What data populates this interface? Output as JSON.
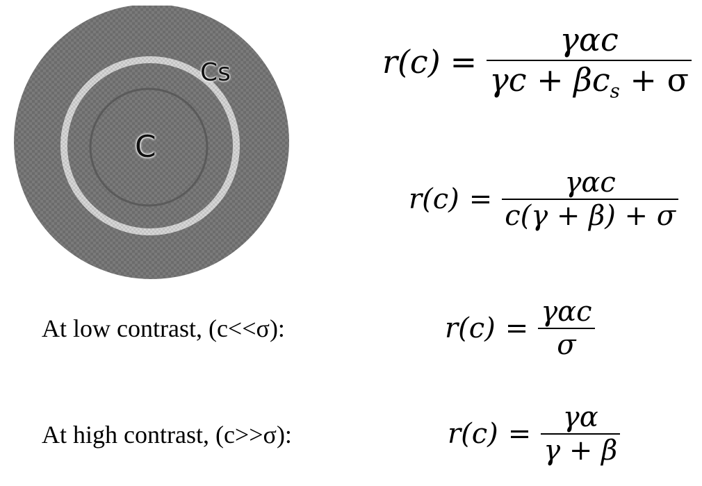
{
  "stimulus": {
    "center_label": "C",
    "surround_label": "Cs",
    "colors": {
      "disk": "#707070",
      "ring": "#c8c8c8",
      "center_edge": "#5a5a5a"
    }
  },
  "equations": {
    "general": {
      "lhs": "r(c) =",
      "numerator": "γαc",
      "denominator_lead": "γc + βc",
      "denominator_sub": "s",
      "denominator_tail": " + σ"
    },
    "equal_contrast": {
      "lhs": "r(c) =",
      "numerator": "γαc",
      "denominator": "c(γ + β) + σ"
    },
    "low": {
      "lhs": "r(c) =",
      "numerator": "γαc",
      "denominator": "σ"
    },
    "high": {
      "lhs": "r(c) =",
      "numerator": "γα",
      "denominator": "γ + β"
    }
  },
  "conditions": {
    "low": "At low contrast, (c<<σ):",
    "high": "At high contrast, (c>>σ):"
  }
}
